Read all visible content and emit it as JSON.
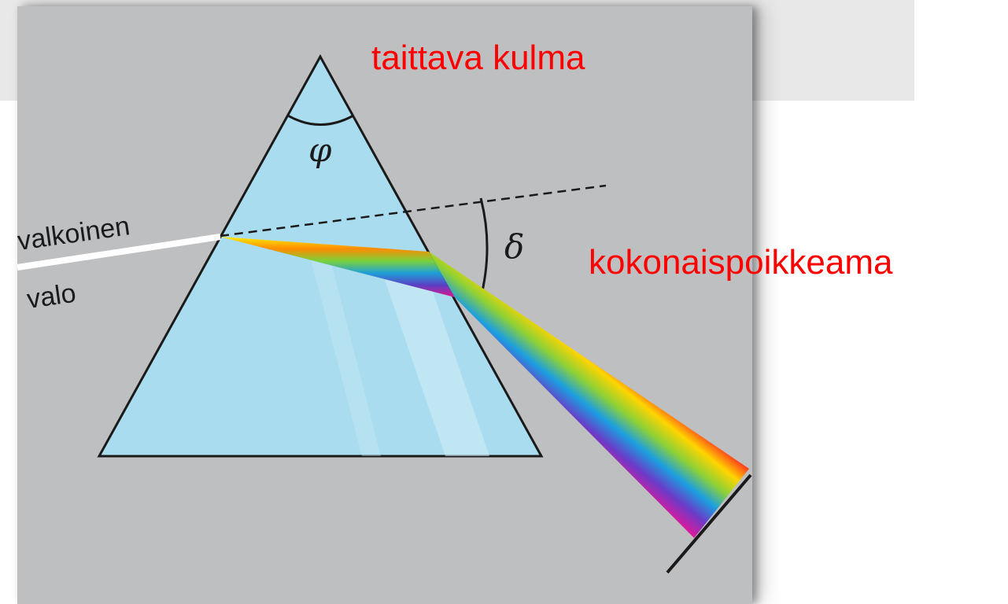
{
  "labels": {
    "apex_angle": "taittava kulma",
    "total_deviation": "kokonaispoikkeama",
    "white_light_line1": "valkoinen",
    "white_light_line2": "valo",
    "phi_symbol": "φ",
    "delta_symbol": "δ"
  },
  "colors": {
    "annotation_text": "#ff0000",
    "prism_fill": "#a9dcee",
    "panel_background": "#bebfc1",
    "banner_background": "#e8e8e8"
  }
}
